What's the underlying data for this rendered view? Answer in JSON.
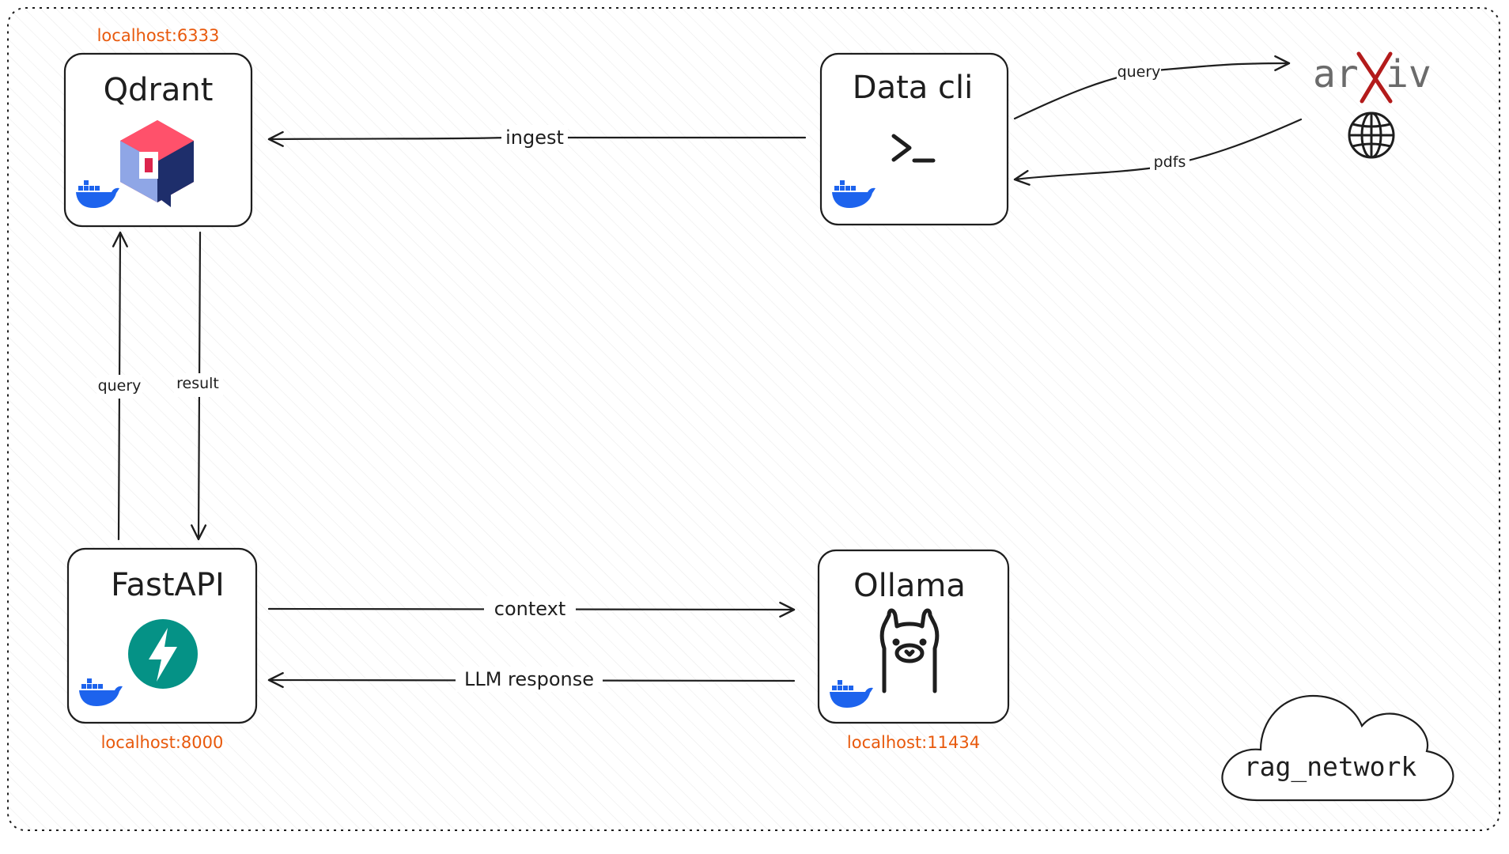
{
  "network_name": "rag_network",
  "colors": {
    "port_label": "#e8590c",
    "docker_blue": "#1d63ed",
    "fastapi_teal": "#059286",
    "qdrant_red": "#dc244c",
    "qdrant_blue": "#1e2e6b",
    "arxiv_red": "#b31b1b",
    "arxiv_gray": "#6b6b6b",
    "stroke": "#1e1e1e"
  },
  "nodes": {
    "qdrant": {
      "title": "Qdrant",
      "port": "localhost:6333",
      "icons": [
        "qdrant-logo-icon",
        "docker-whale-icon"
      ]
    },
    "data_cli": {
      "title": "Data cli",
      "icons": [
        "terminal-prompt-icon",
        "docker-whale-icon"
      ]
    },
    "fastapi": {
      "title": "FastAPI",
      "port": "localhost:8000",
      "icons": [
        "fastapi-logo-icon",
        "docker-whale-icon"
      ]
    },
    "ollama": {
      "title": "Ollama",
      "port": "localhost:11434",
      "icons": [
        "ollama-llama-icon",
        "docker-whale-icon"
      ]
    },
    "arxiv": {
      "logo_text_left": "ar",
      "logo_text_right": "iv",
      "icons": [
        "arxiv-logo-icon",
        "globe-icon"
      ]
    }
  },
  "edges": {
    "ingest": "ingest",
    "query_qdrant": "query",
    "result": "result",
    "context": "context",
    "llm_response": "LLM response",
    "query_arxiv": "query",
    "pdfs": "pdfs"
  }
}
